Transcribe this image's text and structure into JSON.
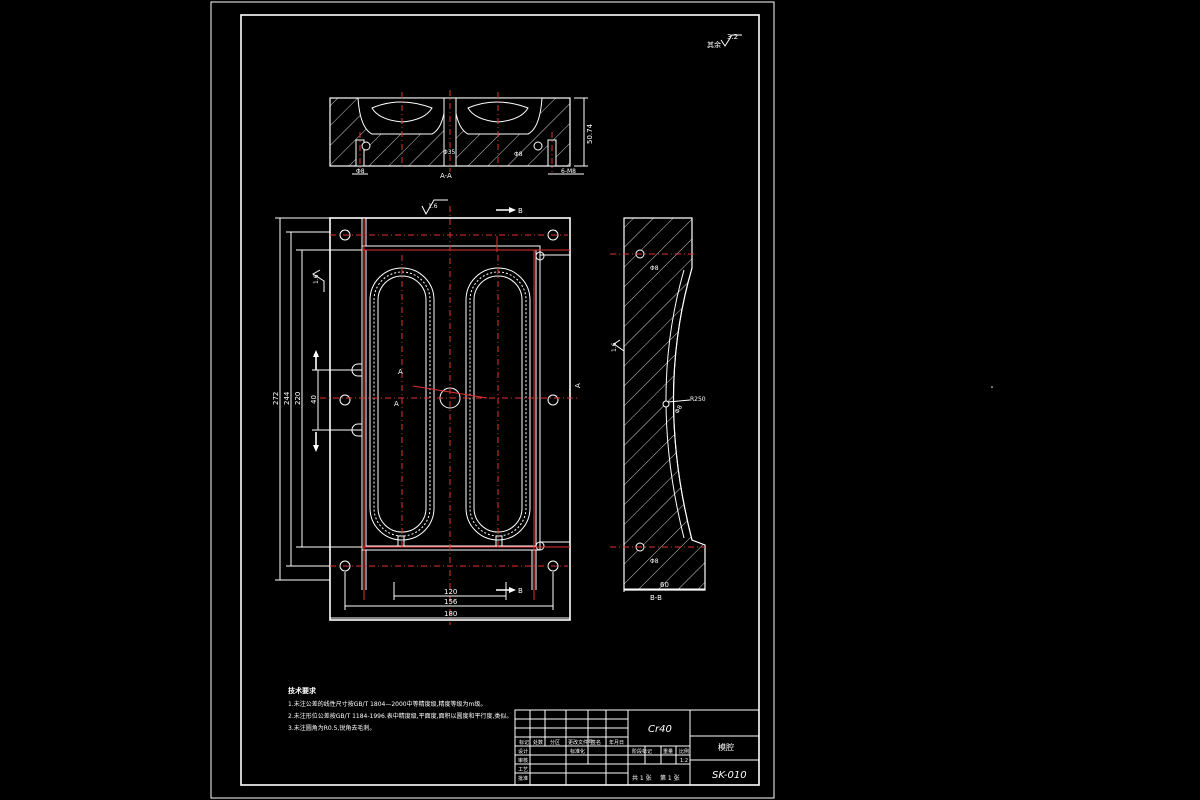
{
  "drawing": {
    "roughness_symbol": "3.2",
    "roughness_prefix": "其余",
    "section_aa_label": "A-A",
    "section_bb_label": "B-B",
    "cut_a_label": "A",
    "cut_b_label": "B",
    "roughness_top": "1.6",
    "roughness_left": "1.6",
    "roughness_bb": "1.6"
  },
  "dimensions": {
    "aa_dia_left": "Φ8",
    "aa_thread": "6-M8",
    "aa_dia_mid": "Φ35",
    "aa_dia_mid2": "Φ8",
    "aa_height": "50.74",
    "v_272": "272",
    "v_244": "244",
    "v_220": "220",
    "v_40": "40",
    "h_120": "120",
    "h_156": "156",
    "h_180": "180",
    "bb_width": "60",
    "bb_radius": "R250",
    "bb_dia_top": "Φ8",
    "bb_dia_bot": "Φ8",
    "bb_dia_mid": "Φ8"
  },
  "notes": {
    "title": "技术要求",
    "items": [
      "1.未注公差的线性尺寸按GB/T 1804—2000中等精度级,精度等级为m级。",
      "2.未注形位公差按GB/T 1184-1996.表中精度级,平面度,面积以圆度和平行度,类似。",
      "3.未注圆角为R0.5,锐角去毛刺。"
    ]
  },
  "title_block": {
    "material": "Cr40",
    "part_name": "模腔",
    "drawing_no": "SK-010",
    "scale": "1:2",
    "header_cells": [
      "标记",
      "处数",
      "分区",
      "更改文件号",
      "签名",
      "年月日"
    ],
    "row_design": "设计",
    "row_check": "审核",
    "row_process": "工艺",
    "row_standard": "标准化",
    "row_approve": "批准",
    "stage_label": "阶段标记",
    "weight_label": "重量",
    "scale_label": "比例",
    "sheets_total": "共 1 张",
    "sheet_current": "第 1 张"
  }
}
